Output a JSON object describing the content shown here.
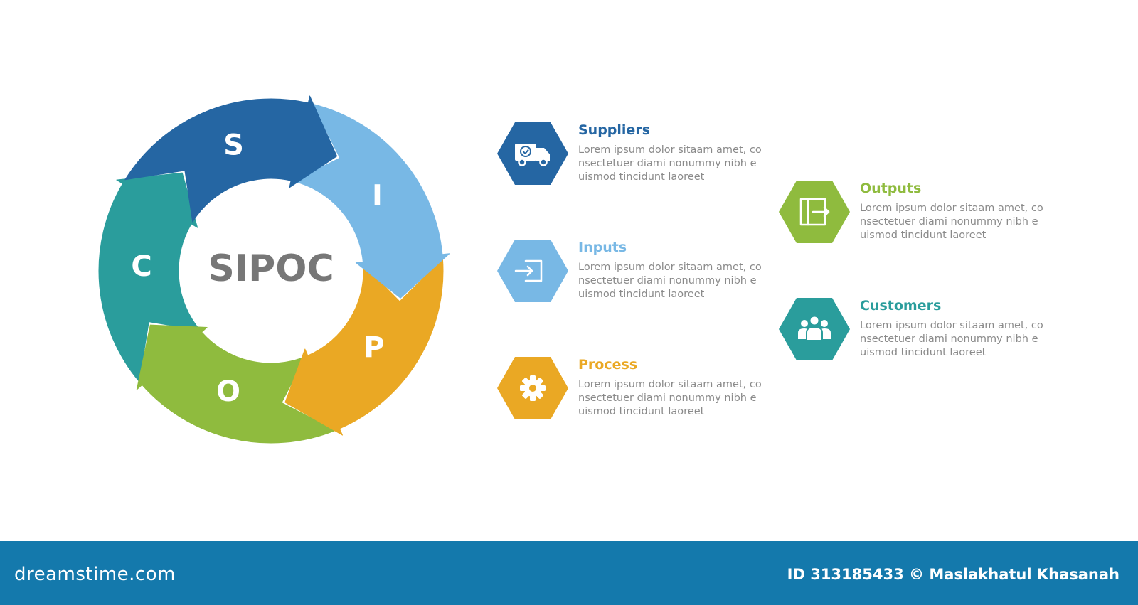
{
  "diagram": {
    "center_label": "SIPOC",
    "segments": [
      {
        "letter": "S",
        "color": "#2566a3"
      },
      {
        "letter": "I",
        "color": "#78b8e5"
      },
      {
        "letter": "P",
        "color": "#eaa824"
      },
      {
        "letter": "O",
        "color": "#8fbb3e"
      },
      {
        "letter": "C",
        "color": "#2a9d9c"
      }
    ]
  },
  "items": [
    {
      "title": "Suppliers",
      "icon": "truck-icon",
      "color": "#2566a3",
      "desc_lines": [
        "Lorem ipsum dolor sitaam amet, co",
        "nsectetuer diami nonummy  nibh e",
        "uismod tincidunt laoreet"
      ]
    },
    {
      "title": "Inputs",
      "icon": "input-icon",
      "color": "#78b8e5",
      "desc_lines": [
        "Lorem ipsum dolor sitaam amet, co",
        "nsectetuer diami nonummy  nibh e",
        "uismod tincidunt laoreet"
      ]
    },
    {
      "title": "Process",
      "icon": "gear-icon",
      "color": "#eaa824",
      "desc_lines": [
        "Lorem ipsum dolor sitaam amet, co",
        "nsectetuer diami nonummy  nibh e",
        "uismod tincidunt laoreet"
      ]
    },
    {
      "title": "Outputs",
      "icon": "output-icon",
      "color": "#8fbb3e",
      "desc_lines": [
        "Lorem ipsum dolor sitaam amet, co",
        "nsectetuer diami nonummy  nibh e",
        "uismod tincidunt laoreet"
      ]
    },
    {
      "title": "Customers",
      "icon": "group-icon",
      "color": "#2a9d9c",
      "desc_lines": [
        "Lorem ipsum dolor sitaam amet, co",
        "nsectetuer diami nonummy  nibh e",
        "uismod tincidunt laoreet"
      ]
    }
  ],
  "footer": {
    "logo": "dreamstime.com",
    "credit": "ID 313185433 © Maslakhatul Khasanah",
    "bg_color": "#1479ac"
  }
}
